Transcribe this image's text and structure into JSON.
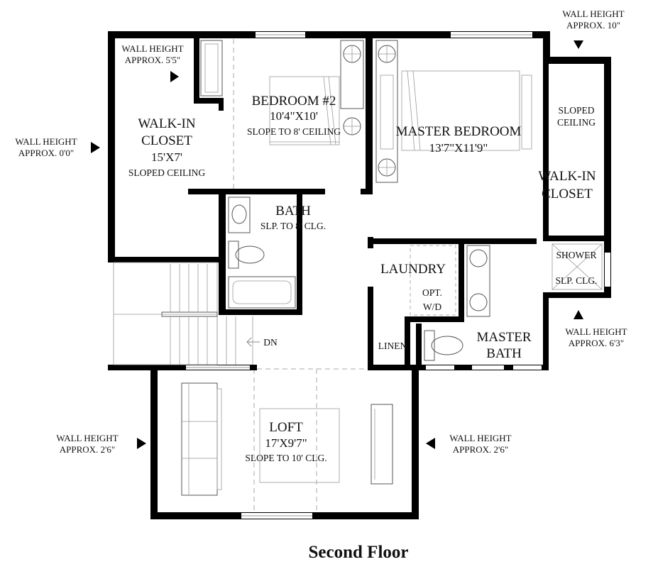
{
  "plan": {
    "title": "Second Floor",
    "rooms": {
      "walkin_closet_left": {
        "line1": "WALK-IN",
        "line2": "CLOSET",
        "size": "15'X7'",
        "note": "SLOPED CEILING"
      },
      "bedroom2": {
        "name": "BEDROOM #2",
        "size": "10'4\"X10'",
        "note": "SLOPE TO 8' CEILING"
      },
      "master_bedroom": {
        "name": "MASTER BEDROOM",
        "size": "13'7\"X11'9\""
      },
      "sloped_ceiling": {
        "line1": "SLOPED",
        "line2": "CEILING"
      },
      "walkin_closet_right": {
        "line1": "WALK-IN",
        "line2": "CLOSET"
      },
      "bath": {
        "name": "BATH",
        "note": "SLP. TO 8' CLG."
      },
      "shower": {
        "name": "SHOWER",
        "note": "SLP. CLG."
      },
      "laundry": {
        "name": "LAUNDRY",
        "line1": "OPT.",
        "line2": "W/D"
      },
      "linen": {
        "name": "LINEN"
      },
      "master_bath": {
        "line1": "MASTER",
        "line2": "BATH"
      },
      "stairs": {
        "label": "DN"
      },
      "loft": {
        "name": "LOFT",
        "size": "17'X9'7\"",
        "note": "SLOPE TO 10' CLG."
      }
    },
    "wall_heights": {
      "top_left": {
        "line1": "WALL HEIGHT",
        "line2": "APPROX. 5'5\""
      },
      "top_right": {
        "line1": "WALL HEIGHT",
        "line2": "APPROX. 10\""
      },
      "left": {
        "line1": "WALL HEIGHT",
        "line2": "APPROX. 0'0\""
      },
      "right": {
        "line1": "WALL HEIGHT",
        "line2": "APPROX. 6'3\""
      },
      "loft_left": {
        "line1": "WALL HEIGHT",
        "line2": "APPROX. 2'6\""
      },
      "loft_right": {
        "line1": "WALL HEIGHT",
        "line2": "APPROX. 2'6\""
      }
    }
  }
}
